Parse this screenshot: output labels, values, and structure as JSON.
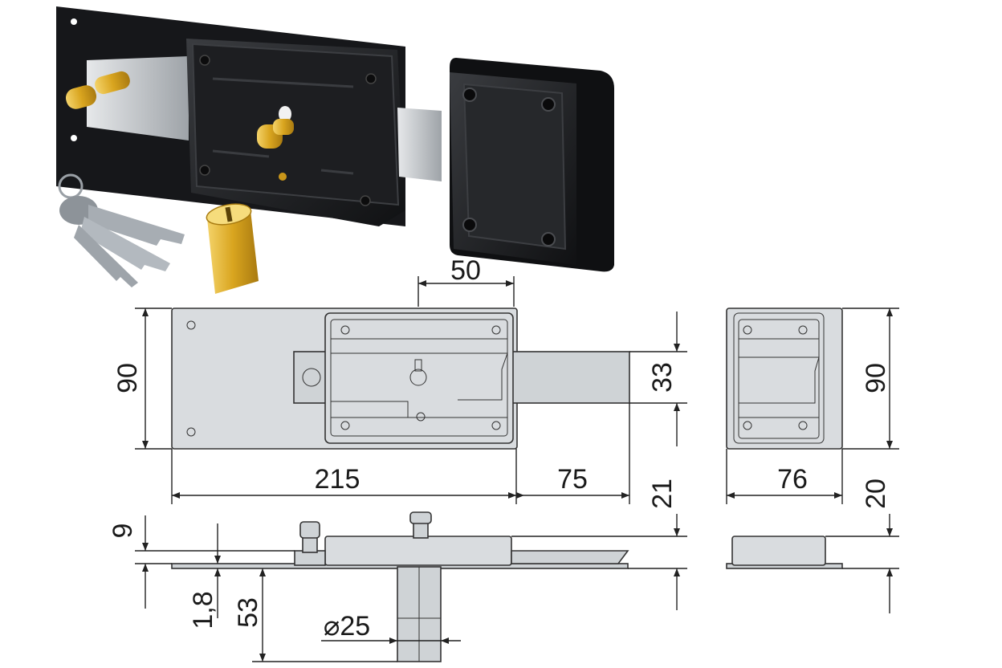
{
  "product": {
    "components": [
      "lock-body",
      "strike-plate",
      "keys",
      "brass-cylinder"
    ]
  },
  "dimensions": {
    "top_offset": "50",
    "front_height_left": "90",
    "body_length": "215",
    "bolt_projection": "75",
    "bolt_height": "33",
    "strike_height": "90",
    "strike_width": "76",
    "body_depth": "21",
    "strike_depth": "20",
    "knob_height": "9",
    "plate_thickness": "1,8",
    "cylinder_length": "53",
    "cylinder_diameter": "⌀25"
  },
  "colors": {
    "housing": "#1c1d1f",
    "brass": "#d4a21c",
    "steel": "#b8bcc0",
    "drawing_fill": "#d9dcdf"
  }
}
